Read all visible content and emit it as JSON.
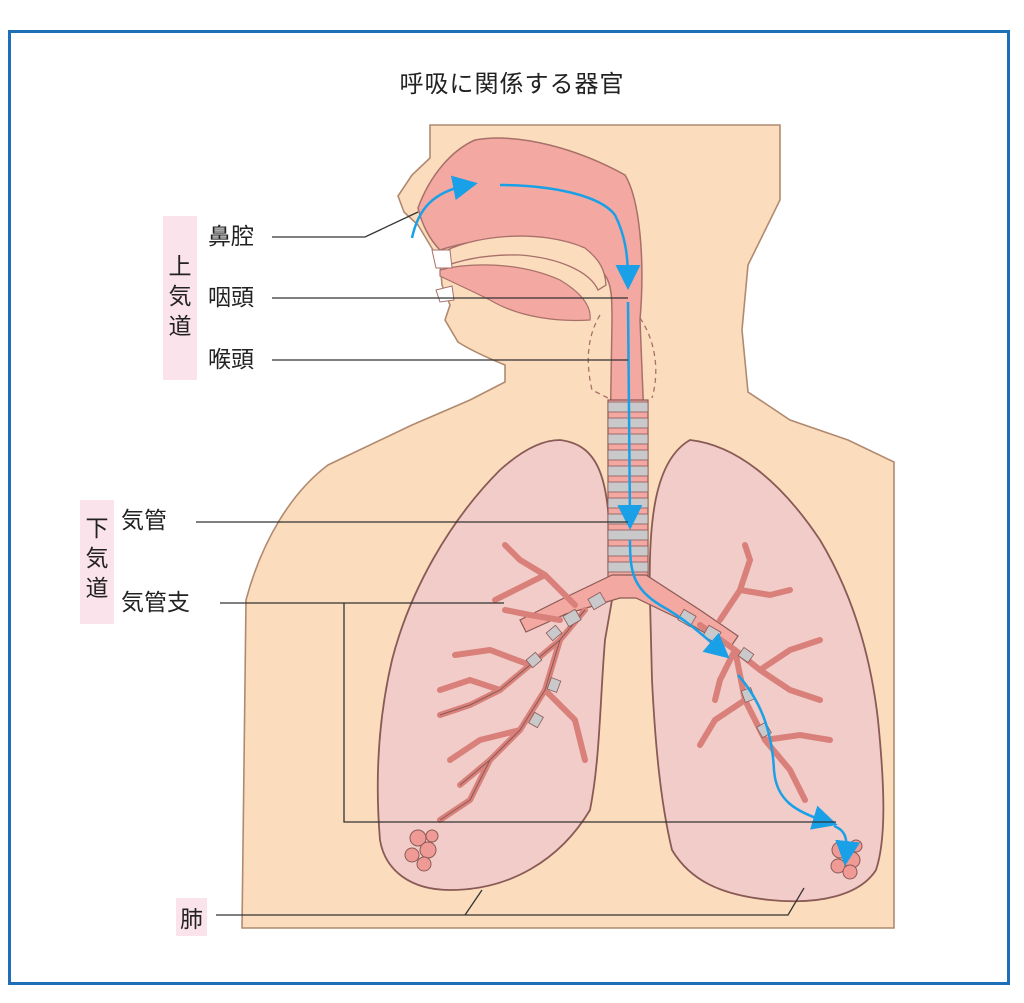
{
  "title": "呼吸に関係する器官",
  "groups": {
    "upper": [
      "上",
      "気",
      "道"
    ],
    "lower": [
      "下",
      "気",
      "道"
    ]
  },
  "labels": {
    "nasal_cavity": "鼻腔",
    "pharynx": "咽頭",
    "larynx": "喉頭",
    "trachea": "気管",
    "bronchi": "気管支",
    "lung": "肺"
  },
  "colors": {
    "frame": "#1e6fb8",
    "skin": "#fbdcbc",
    "airway": "#f4a8a2",
    "lung": "#f1ccc8",
    "cartilage": "#c9c9cb",
    "arrow": "#1aa0e6",
    "label_highlight": "#fbe3ec"
  }
}
